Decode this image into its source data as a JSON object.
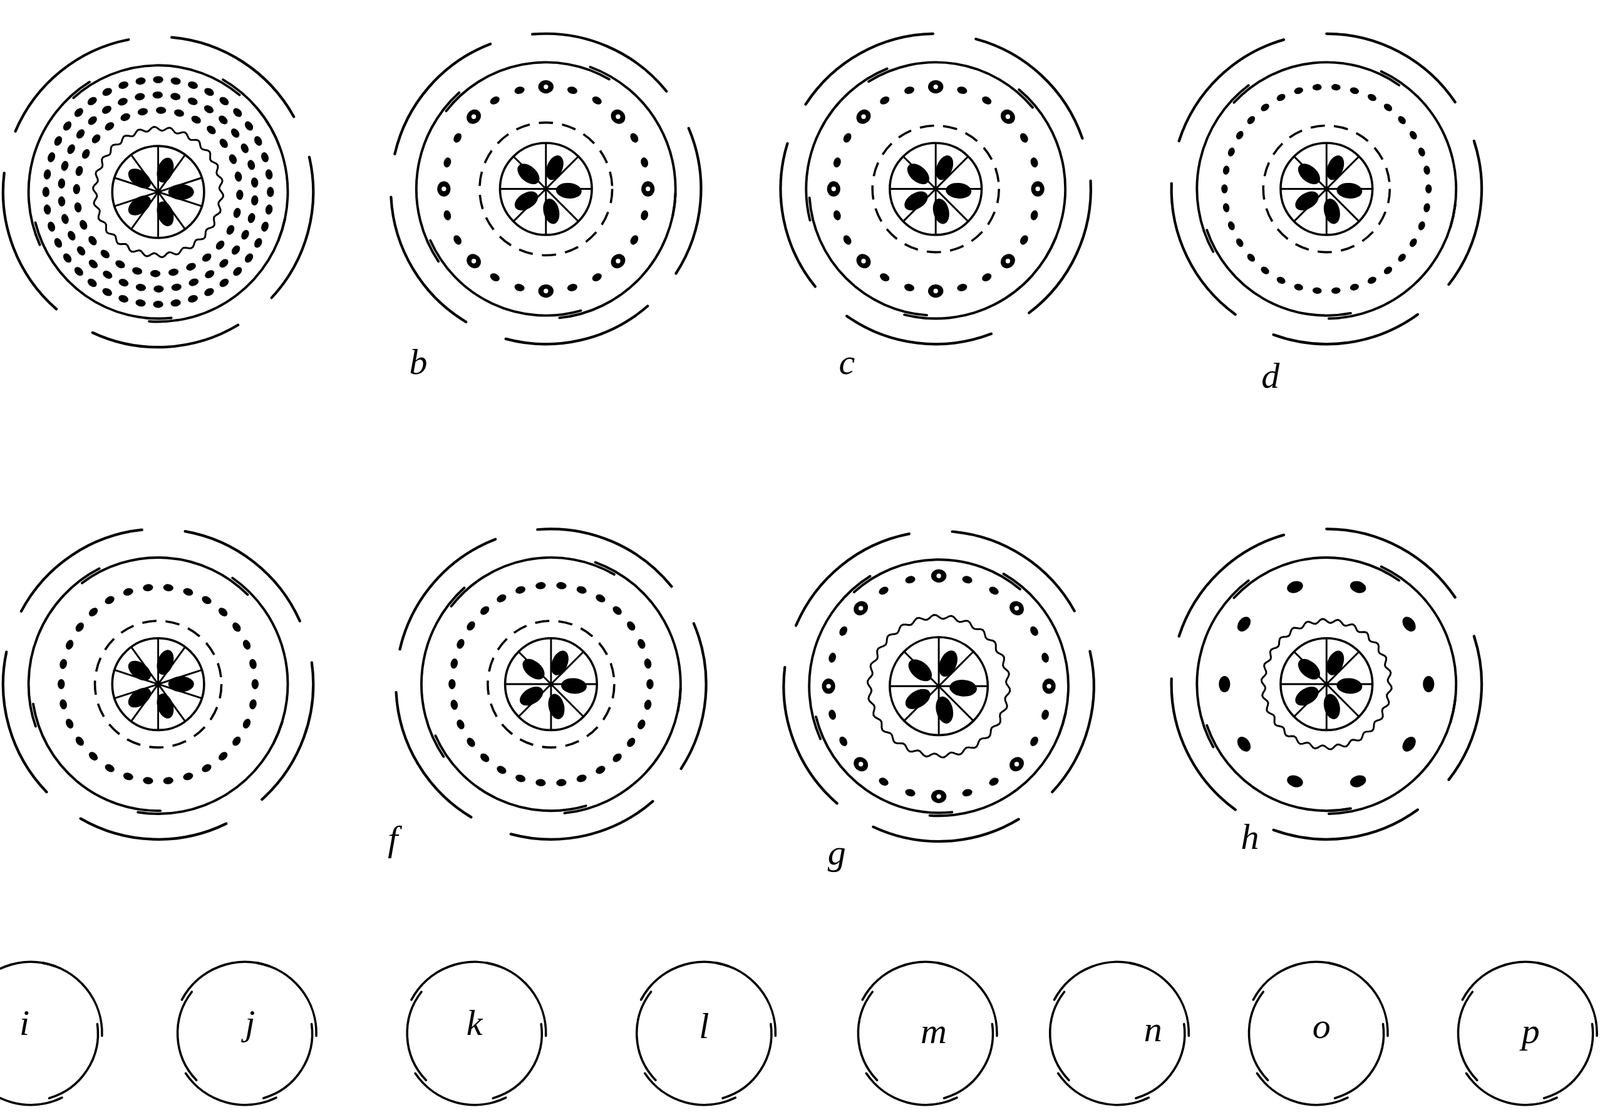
{
  "diagram": {
    "labels": [
      "b",
      "c",
      "d",
      "f",
      "g",
      "h",
      "i",
      "j",
      "k",
      "l",
      "m",
      "n",
      "o",
      "p"
    ]
  }
}
